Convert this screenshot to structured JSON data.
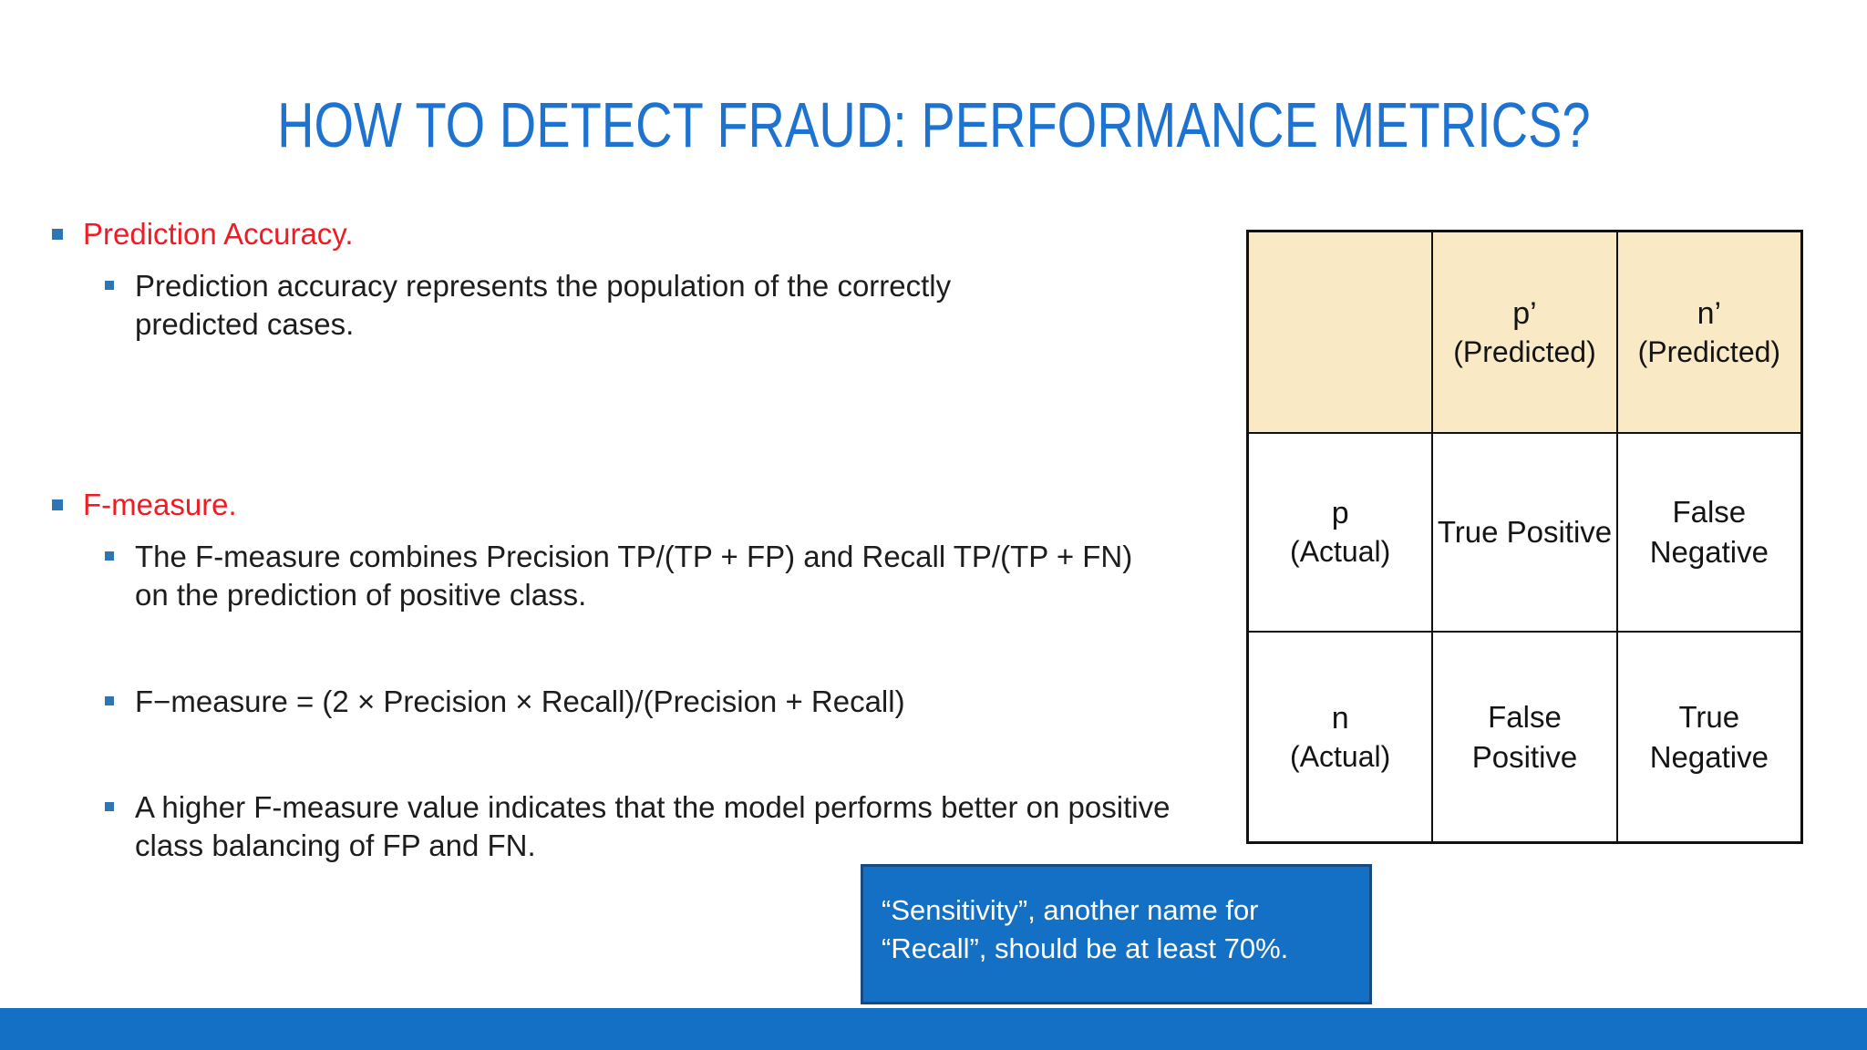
{
  "slide": {
    "title": "HOW TO DETECT FRAUD: PERFORMANCE METRICS?",
    "colors": {
      "title_blue": "#1E73D0",
      "heading_red": "#EE1C25",
      "bullet_square_blue": "#2E75B6",
      "callout_fill": "#1470C4",
      "callout_border": "#164A80",
      "footer_bar_blue": "#1470C4",
      "table_header_bg": "#F9E9C5",
      "table_border": "#111111"
    }
  },
  "bullets": [
    {
      "level": 1,
      "text": "Prediction Accuracy."
    },
    {
      "level": 2,
      "text": "Prediction accuracy represents the population of the correctly predicted cases."
    },
    {
      "level": 1,
      "text": "F-measure."
    },
    {
      "level": 2,
      "text": "The F-measure combines Precision TP/(TP + FP) and Recall TP/(TP + FN) on the prediction of positive class."
    },
    {
      "level": 2,
      "text": "F−measure = (2 × Precision × Recall)/(Precision + Recall)"
    },
    {
      "level": 2,
      "text": "A higher F-measure value indicates that the model performs better on positive class balancing of FP and FN."
    }
  ],
  "matrix": {
    "corner": "",
    "col_headers": [
      {
        "symbol": "p’",
        "sub": "(Predicted)"
      },
      {
        "symbol": "n’",
        "sub": "(Predicted)"
      }
    ],
    "rows": [
      {
        "symbol": "p",
        "sub": "(Actual)",
        "cells": [
          "True Positive",
          "False Negative"
        ]
      },
      {
        "symbol": "n",
        "sub": "(Actual)",
        "cells": [
          "False Positive",
          "True Negative"
        ]
      }
    ]
  },
  "callout": {
    "text": "“Sensitivity”, another name for “Recall”, should be at least 70%."
  }
}
